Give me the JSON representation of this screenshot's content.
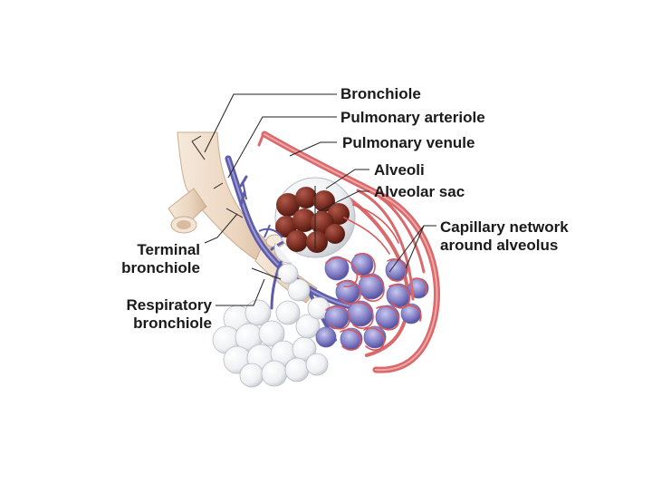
{
  "labels": {
    "bronchiole": "Bronchiole",
    "pulmonary_arteriole": "Pulmonary arteriole",
    "pulmonary_venule": "Pulmonary venule",
    "alveoli": "Alveoli",
    "alveolar_sac": "Alveolar sac",
    "capillary_line1": "Capillary network",
    "capillary_line2": "around alveolus",
    "terminal_line1": "Terminal",
    "terminal_line2": "bronchiole",
    "respiratory_line1": "Respiratory",
    "respiratory_line2": "bronchiole"
  },
  "colors": {
    "airway": "#efdcc9",
    "airway_shadow": "#d9bfa6",
    "arteriole": "#5e5ba8",
    "venule": "#d9696b",
    "alveoli_dark": "#7a2e22",
    "alveolus_white": "#f4f4f6",
    "leader_line": "#222222"
  }
}
